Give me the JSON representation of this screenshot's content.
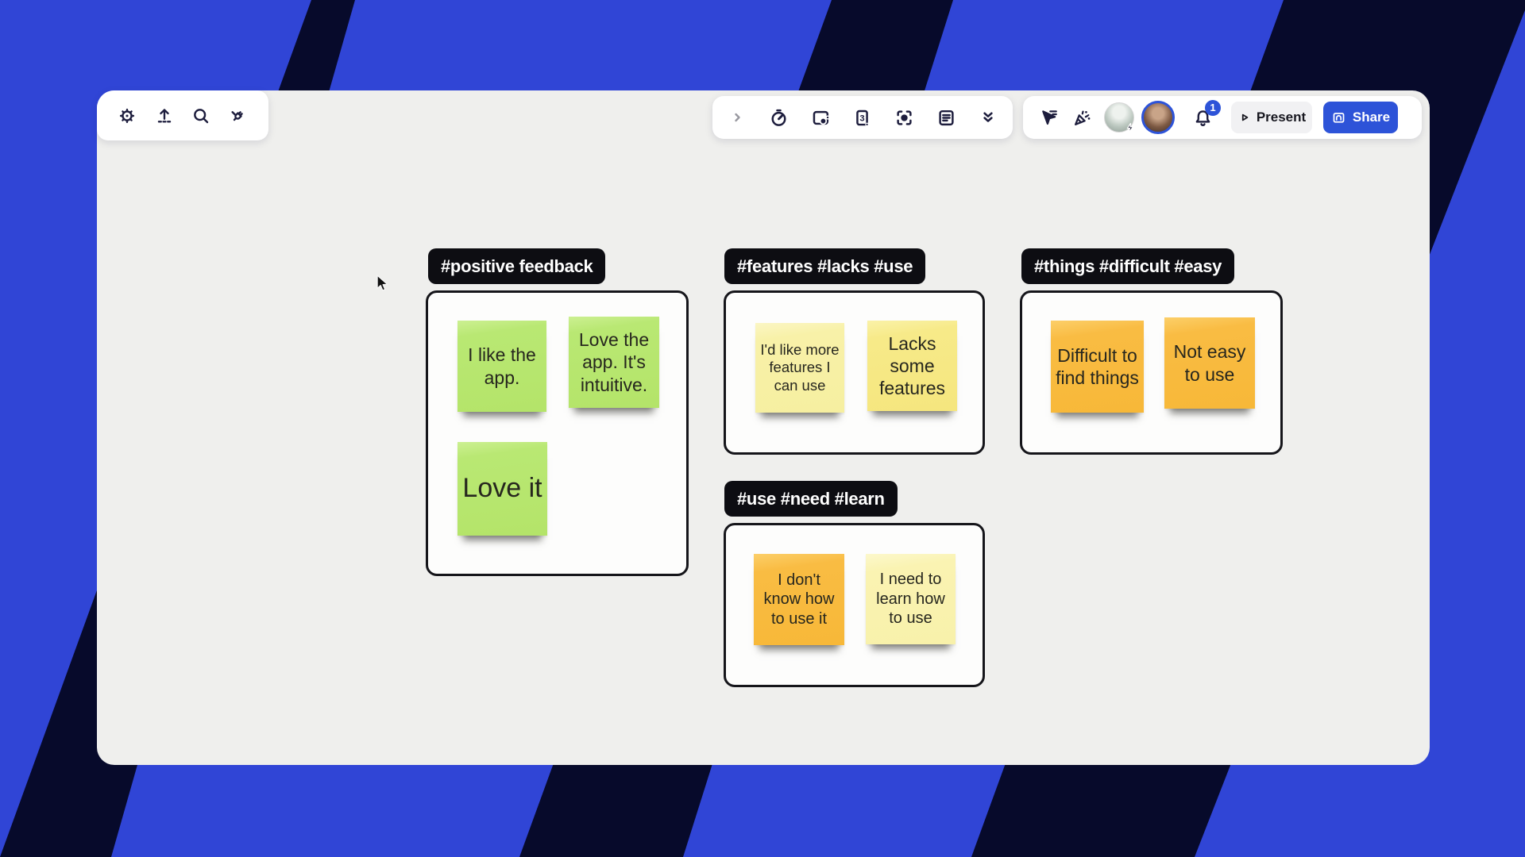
{
  "app": {
    "name": "online whiteboard"
  },
  "colors": {
    "background_blue": "#3045d6",
    "stripe_navy": "#070a2b",
    "canvas_gray": "#efefed",
    "panel_white": "#ffffff",
    "accent_blue": "#2d53d8",
    "pill_black": "#0d0d12",
    "note_green": "#b4e469",
    "note_yellow": "#f5e67e",
    "note_pale_yellow": "#f6efa0",
    "note_palest_yellow": "#f8f1aa",
    "note_orange": "#f8ba3e"
  },
  "toolbar_left": {
    "icons": [
      "settings-icon",
      "upload-icon",
      "search-icon",
      "plugins-icon"
    ]
  },
  "toolbar_center": {
    "icons": [
      "collapse-chevron-icon",
      "timer-icon",
      "talktrack-icon",
      "estimation-icon",
      "spotlight-icon",
      "notes-icon",
      "more-tools-icon"
    ],
    "estimation_number": "3"
  },
  "toolbar_right": {
    "icons": [
      "hide-collaborator-cursors-icon",
      "reactions-icon",
      "notifications-bell-icon"
    ],
    "avatars": [
      "collaborator-avatar",
      "current-user-avatar"
    ],
    "notification_count": "1",
    "present_label": "Present",
    "share_label": "Share"
  },
  "groups": [
    {
      "tag": "#positive feedback",
      "notes": [
        {
          "text": "I like the app.",
          "color": "green"
        },
        {
          "text": "Love the app. It's intuitive.",
          "color": "green"
        },
        {
          "text": "Love it",
          "color": "green"
        }
      ]
    },
    {
      "tag": "#features #lacks #use",
      "notes": [
        {
          "text": "I'd like more features I can use",
          "color": "pale-yellow"
        },
        {
          "text": "Lacks some features",
          "color": "yellow"
        }
      ]
    },
    {
      "tag": "#things #difficult #easy",
      "notes": [
        {
          "text": "Difficult to find things",
          "color": "orange"
        },
        {
          "text": "Not easy to use",
          "color": "orange"
        }
      ]
    },
    {
      "tag": "#use #need #learn",
      "notes": [
        {
          "text": "I don't know how to use it",
          "color": "orange"
        },
        {
          "text": "I need to learn how to use",
          "color": "pale-yellow"
        }
      ]
    }
  ]
}
